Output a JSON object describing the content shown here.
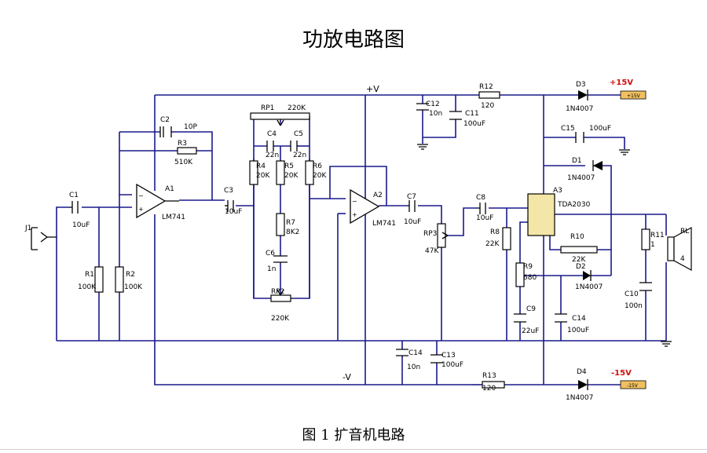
{
  "title": "功放电路图",
  "caption": "图 1  扩音机电路",
  "rails": {
    "vplus": "+V",
    "vminus": "-V",
    "pos15": "+15V",
    "neg15": "-15V",
    "pos15_box": "+15V",
    "neg15_box": "-15V"
  },
  "colors": {
    "wire": "#1a1a8c",
    "supply_label": "#d01010",
    "supply_box": "#f0c060"
  },
  "components": {
    "J1": "J1",
    "C1": "C1",
    "C1_val": "10uF",
    "R1": "R1",
    "R1_val": "100K",
    "R2": "R2",
    "R2_val": "100K",
    "C2": "C2",
    "C2_val": "10P",
    "R3": "R3",
    "R3_val": "510K",
    "A1": "A1",
    "A1_part": "LM741",
    "C3": "C3",
    "C3_val": "10uF",
    "RP1": "RP1",
    "RP1_val": "220K",
    "C4": "C4",
    "C4_val": "22n",
    "C5": "C5",
    "C5_val": "22n",
    "R4": "R4",
    "R4_val": "20K",
    "R5": "R5",
    "R5_val": "20K",
    "R6": "R6",
    "R6_val": "20K",
    "R7": "R7",
    "R7_val": "8K2",
    "C6": "C6",
    "C6_val": "1n",
    "RP2": "RP2",
    "RP2_val": "220K",
    "A2": "A2",
    "A2_part": "LM741",
    "C7": "C7",
    "C7_val": "10uF",
    "RP3": "RP3",
    "RP3_val": "47K",
    "C8": "C8",
    "C8_val": "10uF",
    "R8": "R8",
    "R8_val": "22K",
    "A3": "A3",
    "A3_part": "TDA2030",
    "C12": "C12",
    "C12_val": "10n",
    "C11": "C11",
    "C11_val": "100uF",
    "R12": "R12",
    "R12_val": "120",
    "D3": "D3",
    "D3_part": "1N4007",
    "C15": "C15",
    "C15_val": "100uF",
    "D1": "D1",
    "D1_part": "1N4007",
    "R10": "R10",
    "R10_val": "22K",
    "R9": "R9",
    "R9_val": "680",
    "D2": "D2",
    "D2_part": "1N4007",
    "C9": "C9",
    "C9_val": "22uF",
    "C14b": "C14",
    "C14b_val": "100uF",
    "R11": "R11",
    "R11_val": "1",
    "C10": "C10",
    "C10_val": "100n",
    "RL": "RL",
    "RL_val": "4",
    "C14": "C14",
    "C14_val": "10n",
    "C13": "C13",
    "C13_val": "100uF",
    "R13": "R13",
    "R13_val": "120",
    "D4": "D4",
    "D4_part": "1N4007"
  }
}
